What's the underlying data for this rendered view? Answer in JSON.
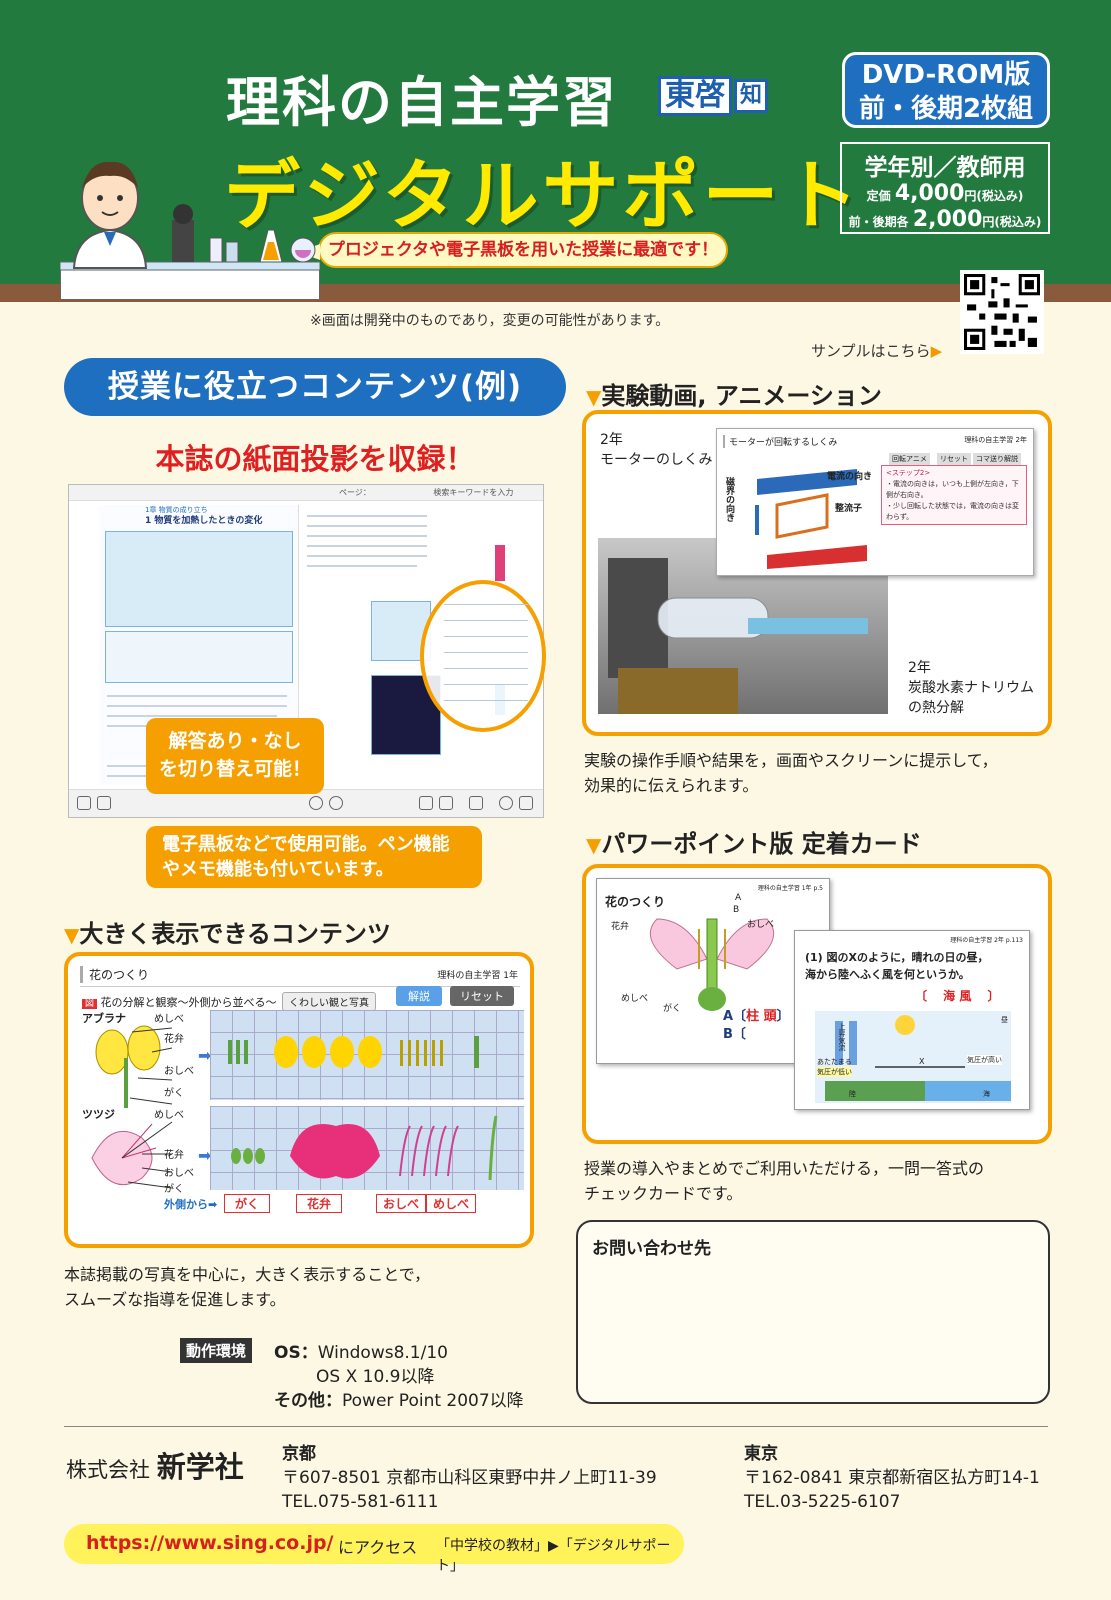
{
  "header": {
    "title_main": "理科の自主学習",
    "publisher_logo_main": "東啓",
    "publisher_logo_sub": "知",
    "title_digital": "デジタルサポート",
    "tagline": "プロジェクタや電子黒板を用いた授業に最適です！",
    "dvd_line1": "DVD-ROM版",
    "dvd_line2": "前・後期2枚組",
    "price_title": "学年別／教師用",
    "price_line1_label": "定価",
    "price_line1_value": "4,000",
    "price_line1_unit": "円(税込み)",
    "price_line2_label": "前・後期各",
    "price_line2_value": "2,000",
    "price_line2_unit": "円(税込み)"
  },
  "notes": {
    "dev_notice": "※画面は開発中のものであり，変更の可能性があります。",
    "sample_link": "サンプルはこちら"
  },
  "contents_section": {
    "pill": "授業に役立つコンテンツ(例)",
    "red_heading": "本誌の紙面投影を収録！",
    "textbook": {
      "page_title": "1 物質を加熱したときの変化",
      "chapter": "1章 物質の成り立ち",
      "toolbar_page": "ページ：",
      "toolbar_search": "検索キーワードを入力"
    },
    "note_answers_line1": "解答あり・なし",
    "note_answers_line2": "を切り替え可能！",
    "note_board_line1": "電子黒板などで使用可能。ペン機能",
    "note_board_line2": "やメモ機能も付いています。"
  },
  "large_section": {
    "heading": "大きく表示できるコンテンツ",
    "slide_title": "花のつくり",
    "slide_header_right": "理科の自主学習 1年",
    "sub_title": "花の分解と観察～外側から並べる～",
    "btn_photo": "くわしい観と写真",
    "btn_answer": "解説",
    "btn_reset": "リセット",
    "flower1": "アブラナ",
    "flower2": "ツツジ",
    "part_meshibe": "めしべ",
    "part_kaben": "花弁",
    "part_oshibe": "おしべ",
    "part_gaku": "がく",
    "order_label": "外側から",
    "order_items": [
      "がく",
      "花弁",
      "おしべ",
      "めしべ"
    ],
    "desc_line1": "本誌掲載の写真を中心に，大きく表示することで，",
    "desc_line2": "スムーズな指導を促進します。"
  },
  "experiment_section": {
    "heading": "実験動画, アニメーション",
    "label1_grade": "2年",
    "label1_name": "モーターのしくみ",
    "anim_title": "モーターが回転するしくみ",
    "anim_header_right": "理科の自主学習 2年",
    "anim_btns": [
      "回転アニメ",
      "リセット",
      "コマ送り解説"
    ],
    "anim_current": "電流の向き",
    "anim_magnet": "磁界の向き",
    "anim_commutator": "整流子",
    "anim_step": "<ステップ2>",
    "anim_step_text1": "・電流の向きは，いつも上側が左向き，下側が右向き。",
    "anim_step_text2": "・少し回転した状態では，電流の向きは変わらず。",
    "label2_grade": "2年",
    "label2_name1": "炭酸水素ナトリウム",
    "label2_name2": "の熱分解",
    "desc_line1": "実験の操作手順や結果を，画面やスクリーンに提示して，",
    "desc_line2": "効果的に伝えられます。"
  },
  "ppt_section": {
    "heading": "パワーポイント版 定着カード",
    "card1_title": "花のつくり",
    "card1_header": "理科の自主学習 1年 p.5",
    "card1_kaben": "花弁",
    "card1_oshibe": "おしべ",
    "card1_meshibe": "めしべ",
    "card1_gaku": "がく",
    "card1_A": "A",
    "card1_B": "B",
    "card1_answer_label": "A〔",
    "card1_answer": "柱 頭",
    "card1_answer_end": "〕",
    "card1_b_label": "B〔",
    "card2_header": "理科の自主学習 2年 p.113",
    "card2_q1": "(1) 図のXのように，晴れの日の昼，",
    "card2_q2": "海から陸へふく風を何というか。",
    "card2_answer": "〔　 海 風 　〕",
    "card2_up": "上昇気流",
    "card2_warm": "あたたまる",
    "card2_low": "気圧が低い",
    "card2_high": "気圧が高い",
    "card2_x": "X",
    "card2_day": "昼",
    "card2_land": "陸",
    "card2_sea": "海",
    "desc_line1": "授業の導入やまとめでご利用いただける，一問一答式の",
    "desc_line2": "チェックカードです。"
  },
  "contact": {
    "title": "お問い合わせ先"
  },
  "environment": {
    "label": "動作環境",
    "os_label": "OS：",
    "os_line1": "Windows8.1/10",
    "os_line2": "OS X 10.9以降",
    "other_label": "その他：",
    "other_value": "Power Point 2007以降"
  },
  "footer": {
    "company_prefix": "株式会社",
    "company_name": "新学社",
    "kyoto_name": "京都",
    "kyoto_addr": "〒607-8501 京都市山科区東野中井ノ上町11-39",
    "kyoto_tel": "TEL.075-581-6111",
    "tokyo_name": "東京",
    "tokyo_addr": "〒162-0841 東京都新宿区払方町14-1",
    "tokyo_tel": "TEL.03-5225-6107",
    "url": "https://www.sing.co.jp/",
    "access": "にアクセス",
    "path": "「中学校の教材」▶「デジタルサポート」"
  }
}
